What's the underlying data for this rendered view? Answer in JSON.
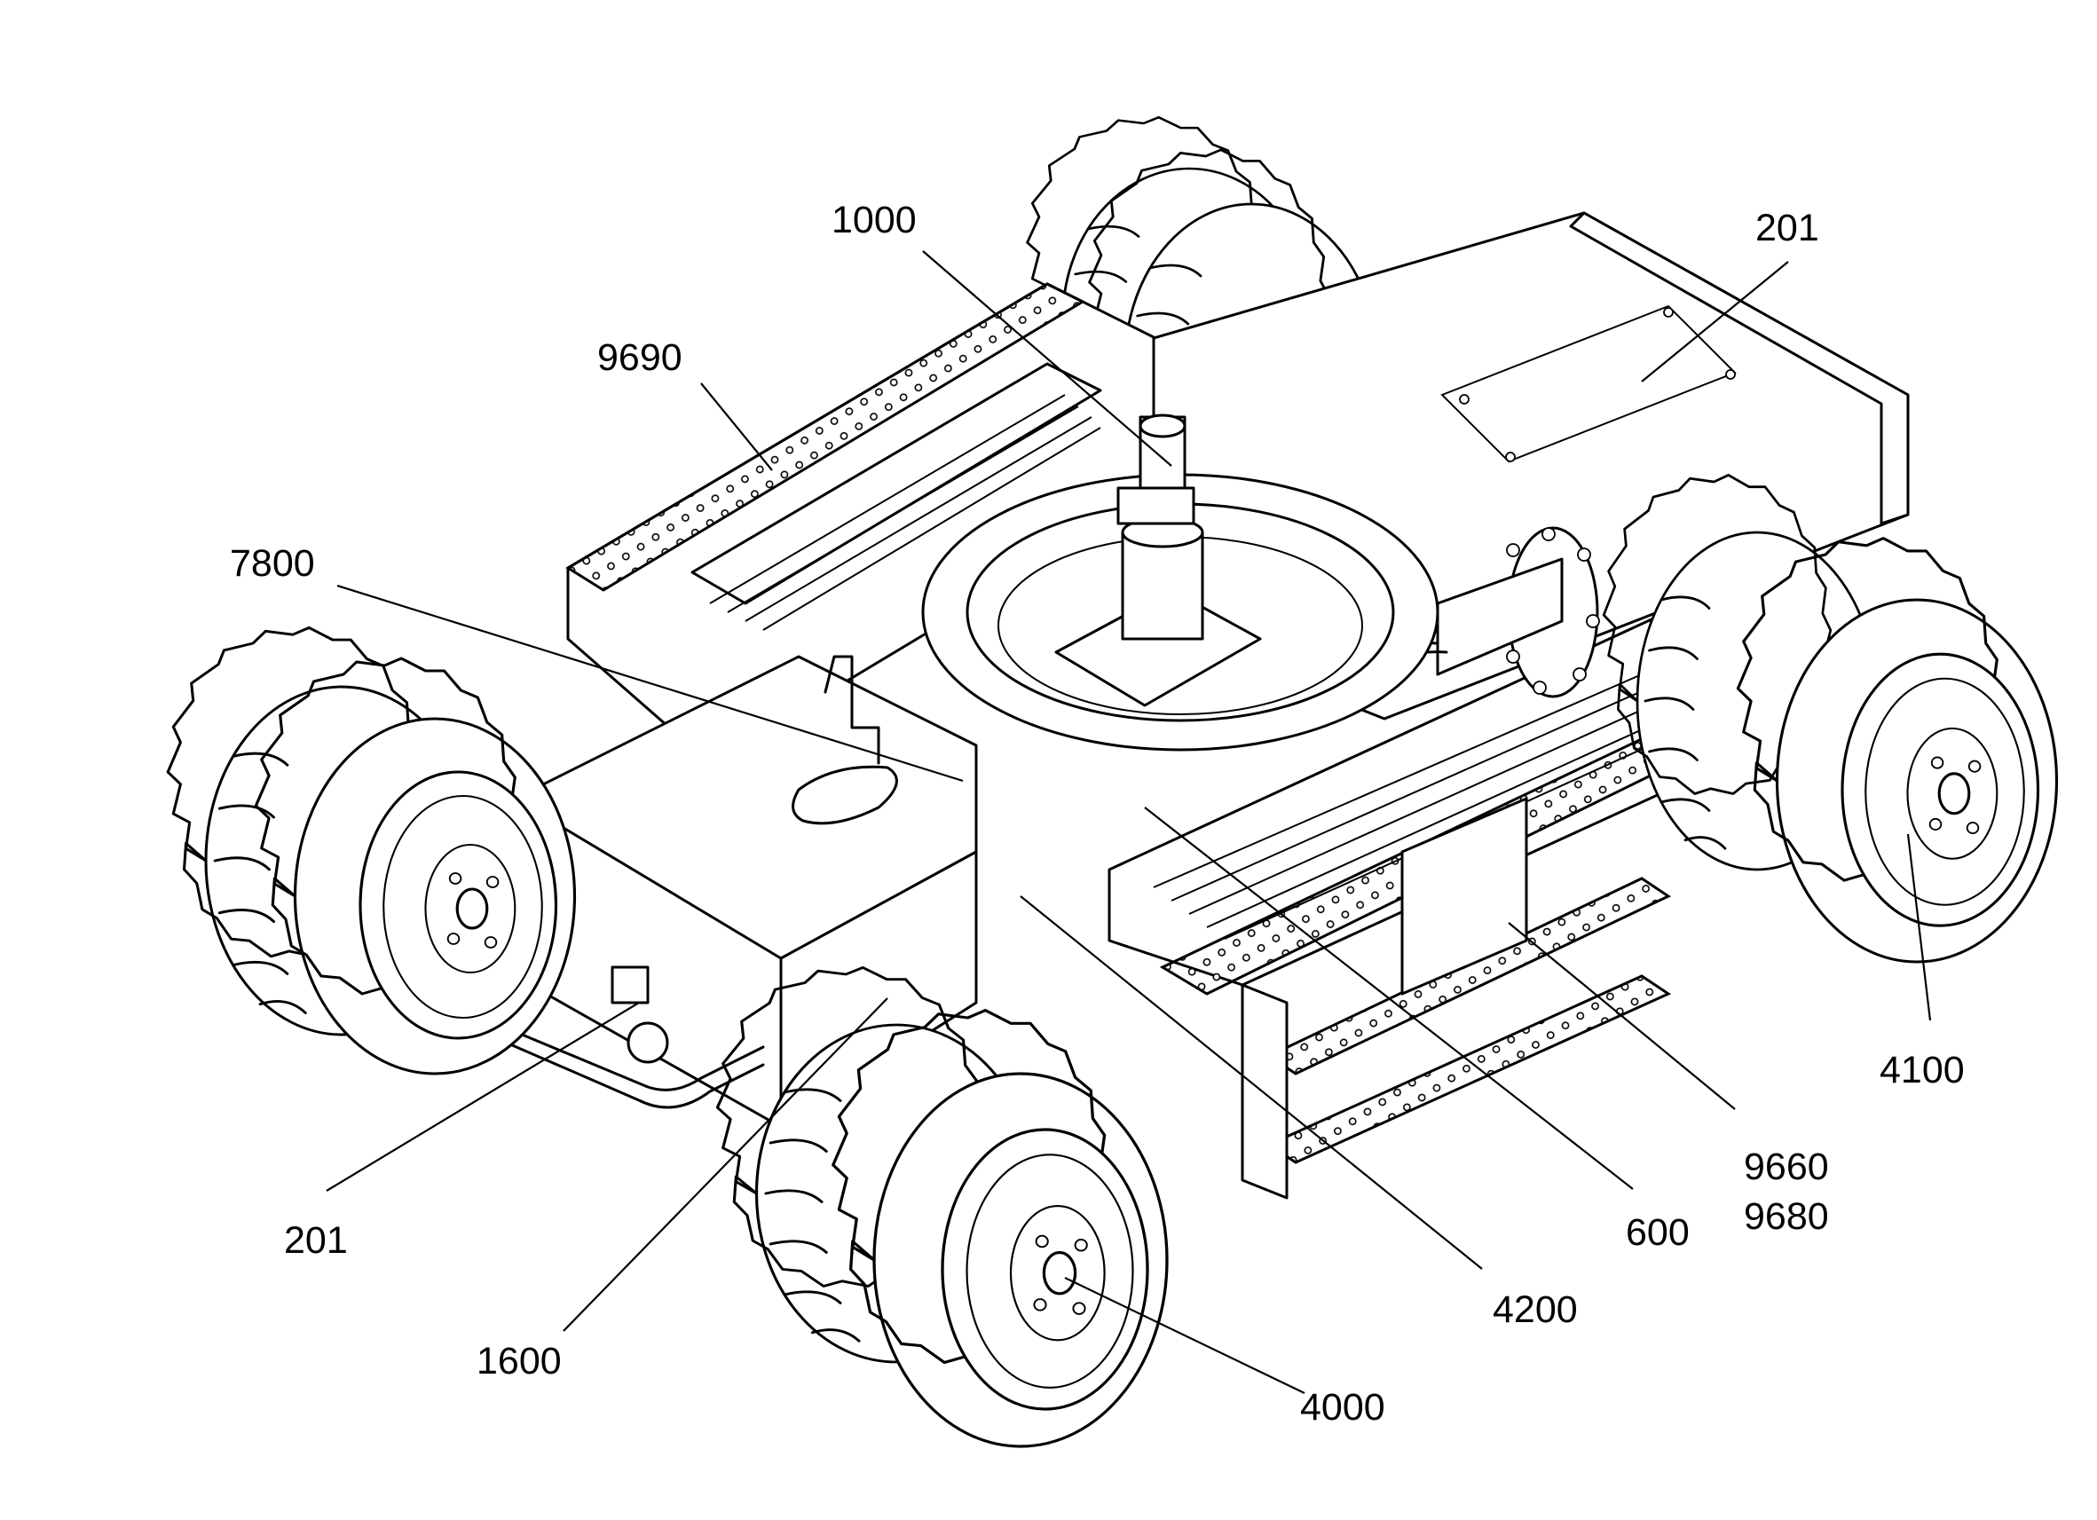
{
  "callouts": [
    {
      "id": "c1000",
      "text": "1000"
    },
    {
      "id": "c201_top",
      "text": "201"
    },
    {
      "id": "c9690",
      "text": "9690"
    },
    {
      "id": "c7800",
      "text": "7800"
    },
    {
      "id": "c4100",
      "text": "4100"
    },
    {
      "id": "c9660",
      "text": "9660"
    },
    {
      "id": "c9680",
      "text": "9680"
    },
    {
      "id": "c600",
      "text": "600"
    },
    {
      "id": "c201_bottom",
      "text": "201"
    },
    {
      "id": "c4200",
      "text": "4200"
    },
    {
      "id": "c1600",
      "text": "1600"
    },
    {
      "id": "c4000",
      "text": "4000"
    }
  ]
}
